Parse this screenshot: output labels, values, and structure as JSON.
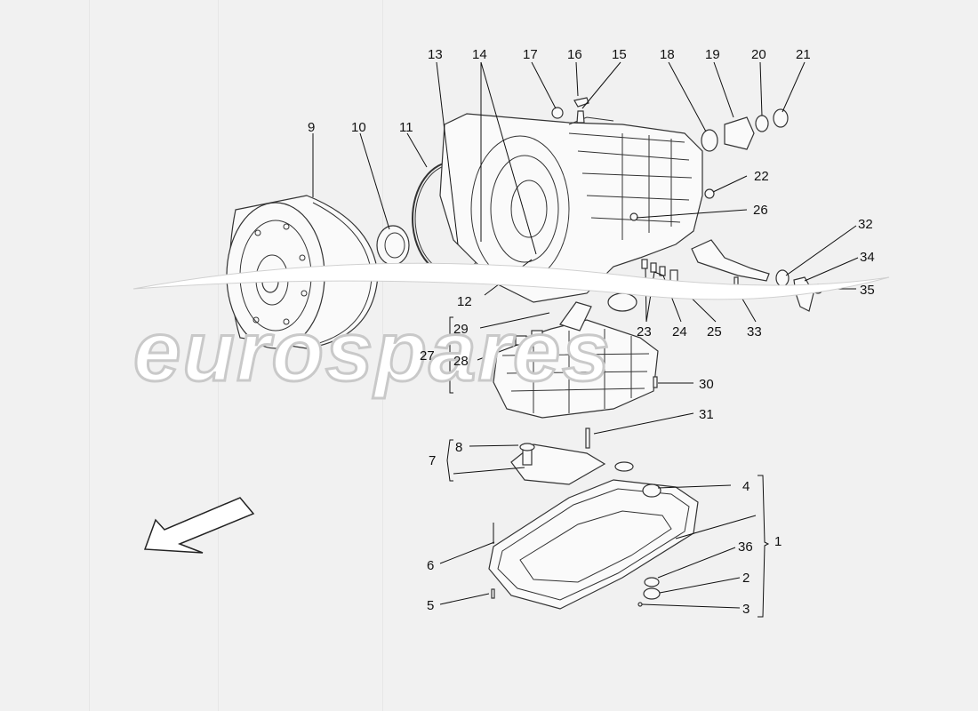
{
  "watermark": "eurospares",
  "callouts": {
    "c1": "1",
    "c2": "2",
    "c3": "3",
    "c4": "4",
    "c5": "5",
    "c6": "6",
    "c7": "7",
    "c8": "8",
    "c9": "9",
    "c10": "10",
    "c11": "11",
    "c12": "12",
    "c13": "13",
    "c14": "14",
    "c15": "15",
    "c16": "16",
    "c17": "17",
    "c18": "18",
    "c19": "19",
    "c20": "20",
    "c21": "21",
    "c22": "22",
    "c23": "23",
    "c24": "24",
    "c25": "25",
    "c26": "26",
    "c27": "27",
    "c28": "28",
    "c29": "29",
    "c30": "30",
    "c31": "31",
    "c32": "32",
    "c33": "33",
    "c34": "34",
    "c35": "35",
    "c36": "36"
  },
  "colors": {
    "background": "#f1f1f1",
    "line": "#111111",
    "watermark_fill": "#ffffff",
    "watermark_outline": "#c9c9c9"
  },
  "icons": {
    "direction": "arrow-down-left-icon"
  }
}
